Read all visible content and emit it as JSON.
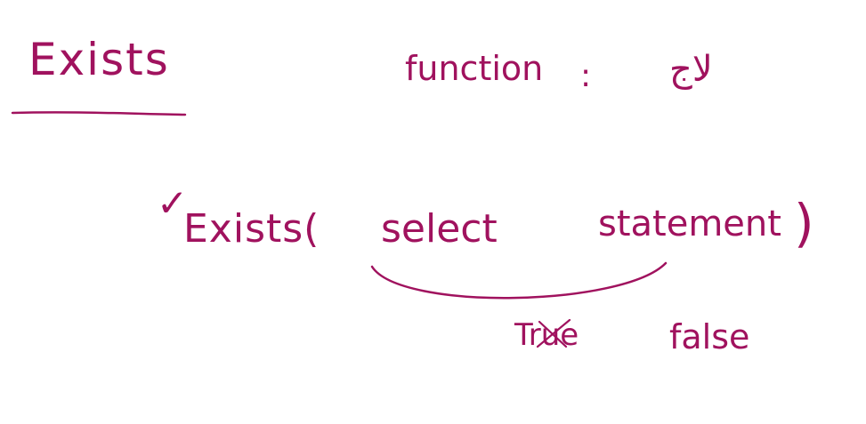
{
  "ink_color": "#a0125e",
  "background_color": "#ffffff",
  "heading": "Exists",
  "function_word": "function",
  "function_colon": ":",
  "function_value": "لاج",
  "check_mark": "✓",
  "call": {
    "name_open": "Exists(",
    "select": "select",
    "statement": "statement",
    "close": ")"
  },
  "results": {
    "true_label": "True",
    "false_label": "false"
  }
}
